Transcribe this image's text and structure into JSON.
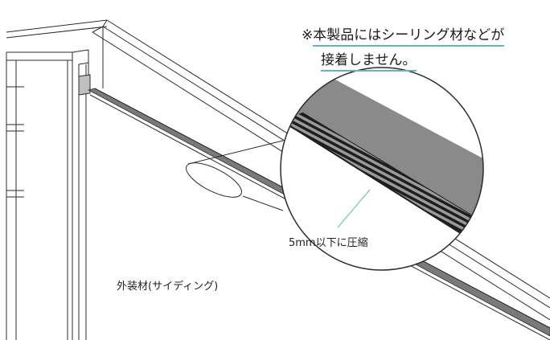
{
  "note": {
    "mark": "※",
    "line1": "本製品にはシーリング材などが",
    "line2": "接着しません。"
  },
  "labels": {
    "compression": "5mm以下に圧縮",
    "siding": "外装材(サイディング)"
  },
  "colors": {
    "line": "#2b2b2b",
    "underline": "#5fb8b1",
    "leader": "#5fb8b1",
    "sealant_gray": "#8a8a8a",
    "hatch_dark": "#1e1e1e",
    "hatch_light": "#9a9a9a"
  }
}
